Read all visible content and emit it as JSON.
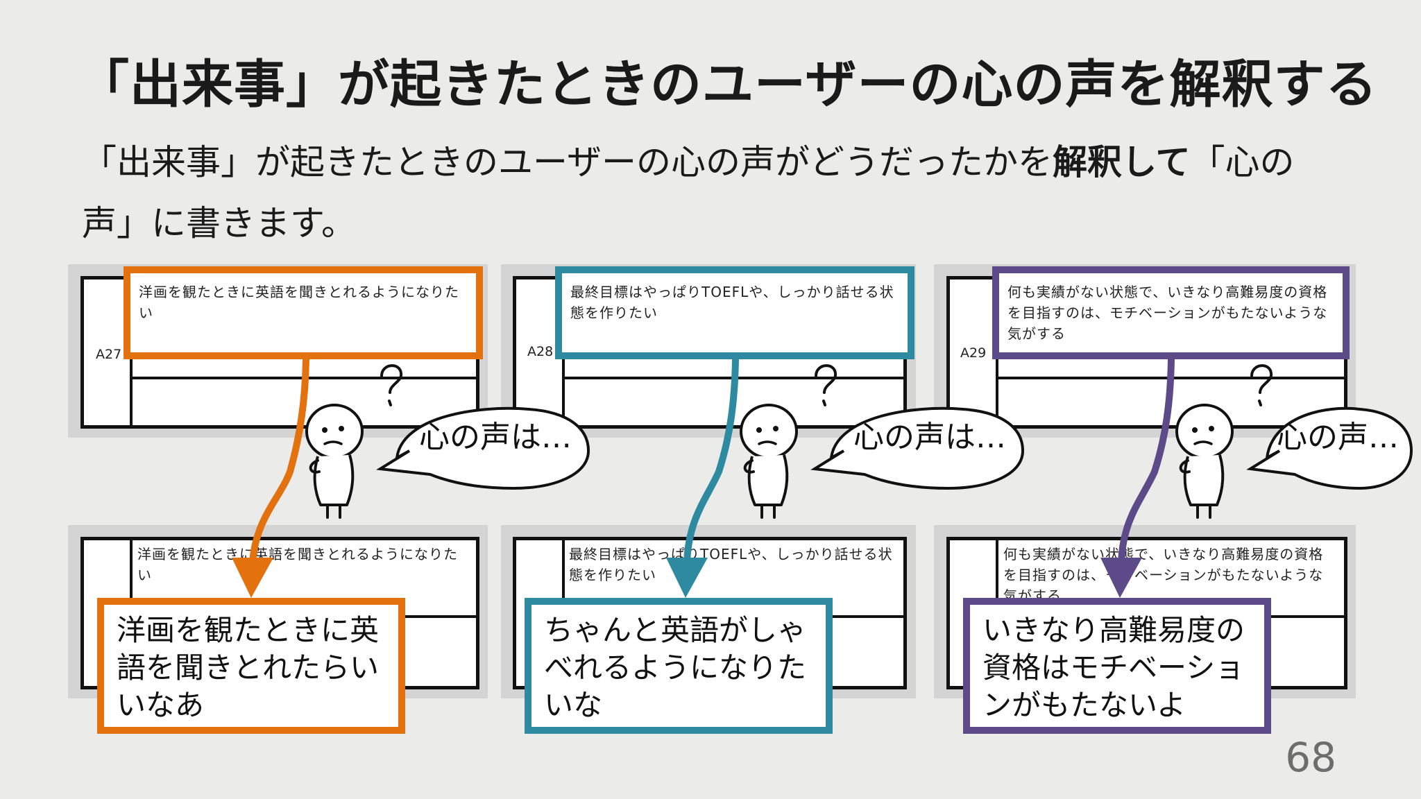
{
  "title": "「出来事」が起きたときのユーザーの心の声を解釈する",
  "description": {
    "part1": "「出来事」が起きたときのユーザーの心の声がどうだったかを",
    "bold": "解釈して",
    "part2": "「心の声」に書きます。"
  },
  "colors": {
    "orange": "#e3710e",
    "teal": "#2e8aa1",
    "purple": "#5d4a88"
  },
  "panels": [
    {
      "row_id": "A27",
      "event_text": "洋画を観たときに英語を聞きとれるようになりたい",
      "bubble": "心の声は…",
      "voice": "洋画を観たときに英語を聞きとれたらいいなあ"
    },
    {
      "row_id": "A28",
      "event_text": "最終目標はやっぱりTOEFLや、しっかり話せる状態を作りたい",
      "bubble": "心の声は…",
      "voice": "ちゃんと英語がしゃべれるようになりたいな"
    },
    {
      "row_id": "A29",
      "event_text": "何も実績がない状態で、いきなり高難易度の資格を目指すのは、モチベーションがもたないような気がする",
      "bubble": "心の声…",
      "voice": "いきなり高難易度の資格はモチベーションがもたないよ"
    }
  ],
  "page_number": "68"
}
